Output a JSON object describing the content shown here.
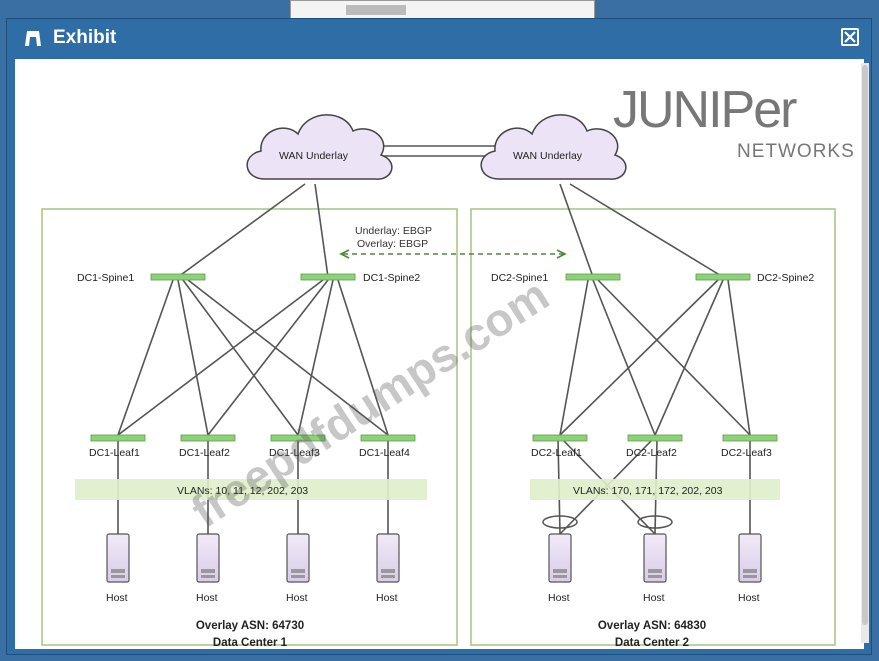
{
  "window": {
    "title": "Exhibit",
    "close_label": "close"
  },
  "logo": {
    "name": "JUNIPer",
    "sub": "NETWORKS"
  },
  "watermark": "freepdfdumps.com",
  "clouds": {
    "left": "WAN Underlay",
    "right": "WAN Underlay"
  },
  "peering": {
    "underlay": "Underlay: EBGP",
    "overlay": "Overlay: EBGP"
  },
  "dc1": {
    "spine1": "DC1-Spine1",
    "spine2": "DC1-Spine2",
    "leaves": [
      "DC1-Leaf1",
      "DC1-Leaf2",
      "DC1-Leaf3",
      "DC1-Leaf4"
    ],
    "vlans": "VLANs: 10, 11, 12, 202, 203",
    "hosts": [
      "Host",
      "Host",
      "Host",
      "Host"
    ],
    "asn": "Overlay ASN: 64730",
    "name": "Data Center 1"
  },
  "dc2": {
    "spine1": "DC2-Spine1",
    "spine2": "DC2-Spine2",
    "leaves": [
      "DC2-Leaf1",
      "DC2-Leaf2",
      "DC2-Leaf3"
    ],
    "vlans": "VLANs: 170, 171, 172, 202, 203",
    "hosts": [
      "Host",
      "Host",
      "Host"
    ],
    "asn": "Overlay ASN: 64830",
    "name": "Data Center 2"
  },
  "colors": {
    "frame": "#2f6da6",
    "dc_border": "#a9c27f",
    "vlan_band": "#dfeecb",
    "switch": "#8fd07a",
    "cloud": "#ece4f6",
    "host": "#e6dcf2",
    "line": "#555555"
  }
}
